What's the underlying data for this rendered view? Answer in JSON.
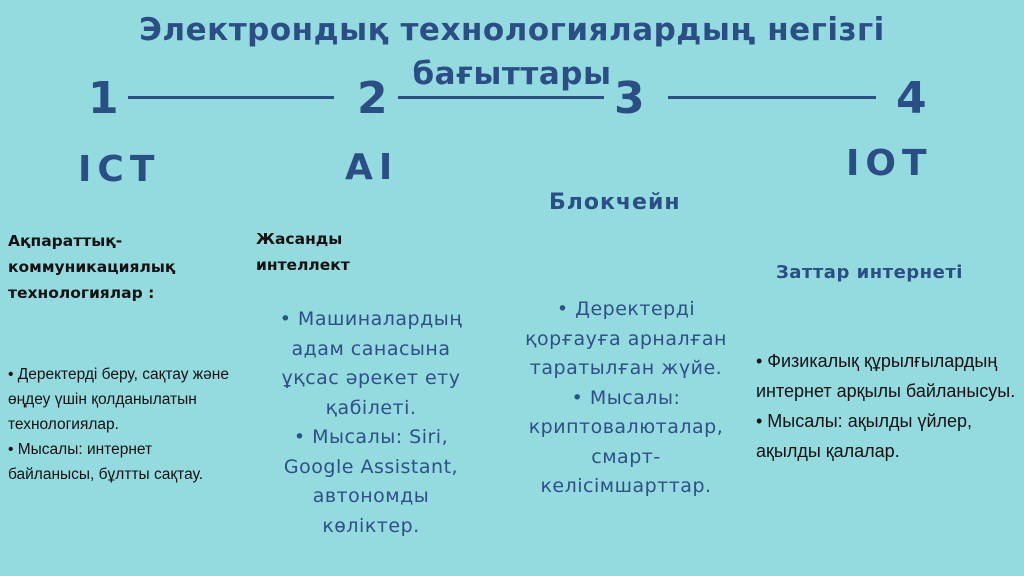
{
  "title": "Электрондық технологиялардың негізгі бағыттары",
  "steps": [
    {
      "number": "1",
      "abbr": "ICT",
      "subtitle_lines": [
        "Ақпараттық-",
        "коммуникациялық",
        "технологиялар :"
      ],
      "bullets": [
        "• Деректерді беру, сақтау және өңдеу үшін қолданылатын технологиялар.",
        "• Мысалы: интернет байланысы, бұлтты сақтау."
      ]
    },
    {
      "number": "2",
      "abbr": "AI",
      "subtitle_lines": [
        "Жасанды",
        "интеллект"
      ],
      "bullets": [
        "• Машиналардың адам санасына ұқсас әрекет ету қабілеті.",
        "• Мысалы: Siri, Google Assistant, автономды көліктер."
      ]
    },
    {
      "number": "3",
      "abbr": "",
      "subtitle_lines": [
        "Блокчейн"
      ],
      "bullets": [
        "• Деректерді қорғауға арналған таратылған жүйе.",
        "• Мысалы: криптовалюталар, смарт-келісімшарттар."
      ]
    },
    {
      "number": "4",
      "abbr": "IOT",
      "subtitle_lines": [
        "Заттар интернеті"
      ],
      "bullets": [
        "• Физикалық құрылғылардың интернет арқылы байланысуы.",
        "• Мысалы: ақылды үйлер, ақылды қалалар."
      ]
    }
  ],
  "colors": {
    "background": "#94dbe0",
    "accent": "#2b4e85",
    "text_dark": "#111111"
  }
}
